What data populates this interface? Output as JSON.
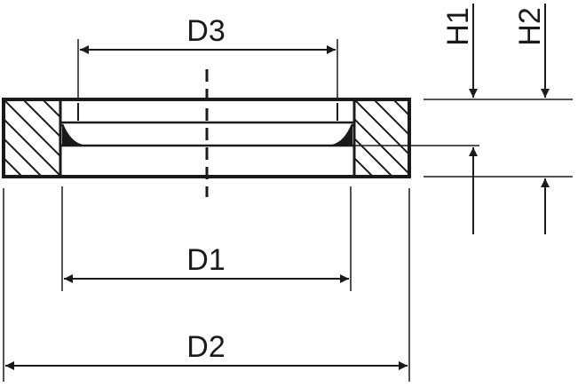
{
  "drawing": {
    "labels": {
      "d1": "D1",
      "d2": "D2",
      "d3": "D3",
      "h1": "H1",
      "h2": "H2"
    },
    "colors": {
      "ink": "#1a1a1a",
      "background": "#ffffff"
    }
  }
}
